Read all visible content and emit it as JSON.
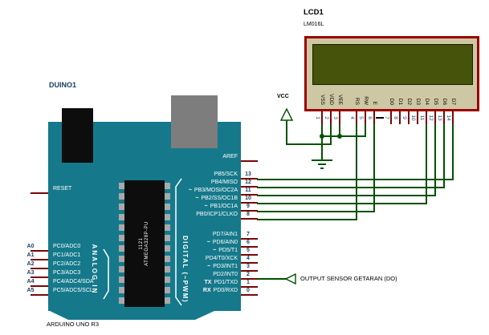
{
  "lcd": {
    "ref": "LCD1",
    "part": "LM016L",
    "pins": [
      {
        "num": "1",
        "name": "VSS"
      },
      {
        "num": "2",
        "name": "VDD"
      },
      {
        "num": "3",
        "name": "VEE"
      },
      {
        "num": "4",
        "name": "RS"
      },
      {
        "num": "5",
        "name": "RW"
      },
      {
        "num": "6",
        "name": "E"
      },
      {
        "num": "7",
        "name": "D0"
      },
      {
        "num": "8",
        "name": "D1"
      },
      {
        "num": "9",
        "name": "D2"
      },
      {
        "num": "10",
        "name": "D3"
      },
      {
        "num": "11",
        "name": "D4"
      },
      {
        "num": "12",
        "name": "D5"
      },
      {
        "num": "13",
        "name": "D6"
      },
      {
        "num": "14",
        "name": "D7"
      }
    ]
  },
  "arduino": {
    "ref": "DUINO1",
    "board_name": "ARDUINO UNO R3",
    "reset_label": "RESET",
    "aref_label": "AREF",
    "analog_group_label": "ANALOG IN",
    "digital_group_label": "DIGITAL (~PWM)",
    "chip": {
      "marking_line1": "1121",
      "marking_line2": "ATMEGA328P-PU"
    },
    "digital_upper_pins": [
      {
        "num": "13",
        "prefix": "",
        "label": "PB5/SCK"
      },
      {
        "num": "12",
        "prefix": "",
        "label": "PB4/MISO"
      },
      {
        "num": "11",
        "prefix": "~",
        "label": "PB3/MOSI/OC2A"
      },
      {
        "num": "10",
        "prefix": "~",
        "label": "PB2/SS/OC1B"
      },
      {
        "num": "9",
        "prefix": "~",
        "label": "PB1/OC1A"
      },
      {
        "num": "8",
        "prefix": "",
        "label": "PB0/ICP1/CLKO"
      }
    ],
    "digital_lower_pins": [
      {
        "num": "7",
        "prefix": "",
        "label": "PD7/AIN1"
      },
      {
        "num": "6",
        "prefix": "~",
        "label": "PD6/AIN0"
      },
      {
        "num": "5",
        "prefix": "~",
        "label": "PD5/T1"
      },
      {
        "num": "4",
        "prefix": "",
        "label": "PD4/T0/XCK"
      },
      {
        "num": "3",
        "prefix": "~",
        "label": "PD3/INT1"
      },
      {
        "num": "2",
        "prefix": "",
        "label": "PD2/INT0"
      },
      {
        "num": "1",
        "prefix": "TX",
        "label": "PD1/TXD"
      },
      {
        "num": "0",
        "prefix": "RX",
        "label": "PD0/RXD"
      }
    ],
    "analog_pins": [
      {
        "num": "A0",
        "label": "PC0/ADC0"
      },
      {
        "num": "A1",
        "label": "PC1/ADC1"
      },
      {
        "num": "A2",
        "label": "PC2/ADC2"
      },
      {
        "num": "A3",
        "label": "PC3/ADC3"
      },
      {
        "num": "A4",
        "label": "PC4/ADC4/SDA"
      },
      {
        "num": "A5",
        "label": "PC5/ADC5/SCL"
      }
    ]
  },
  "power": {
    "vcc_label": "VCC"
  },
  "sensor_terminal": {
    "label": "OUTPUT SENSOR GETARAN (DO)"
  },
  "connections": [
    "LCD VSS -> GND",
    "LCD VEE -> GND",
    "LCD RW -> GND",
    "LCD VDD -> VCC",
    "LCD RS -> DUINO1 pin 8",
    "LCD E -> DUINO1 pin 9",
    "LCD D4 -> DUINO1 pin 10",
    "LCD D5 -> DUINO1 pin 11",
    "LCD D6 -> DUINO1 pin 12",
    "LCD D7 -> DUINO1 pin 13",
    "DUINO1 pin 2 -> OUTPUT SENSOR GETARAN (DO)"
  ],
  "colors": {
    "board": "#15798b",
    "wire": "#005200",
    "pin": "#7a0505",
    "navy": "#1c3e66",
    "lcd_border": "#9c0000",
    "lcd_body": "#cdc8a3",
    "lcd_screen": "#45530b",
    "usb": "#7d7d7d",
    "chip": "#0d0d0d"
  }
}
